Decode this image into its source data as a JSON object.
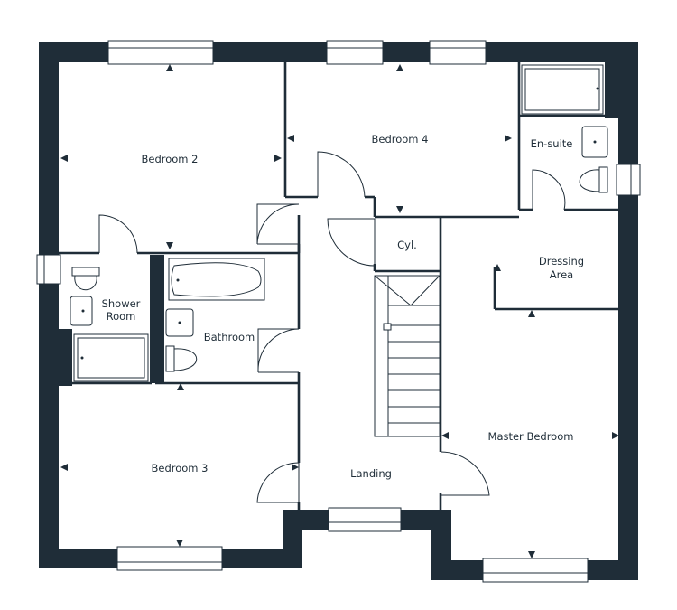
{
  "colors": {
    "wall": "#1f2d38",
    "background": "#ffffff"
  },
  "rooms": {
    "bedroom_2": "Bedroom 2",
    "bedroom_4": "Bedroom 4",
    "en_suite": "En-suite",
    "cylinder": "Cyl.",
    "dressing_area": [
      "Dressing",
      "Area"
    ],
    "shower_room": [
      "Shower",
      "Room"
    ],
    "bathroom": "Bathroom",
    "master_bedroom": "Master Bedroom",
    "bedroom_3": "Bedroom 3",
    "landing": "Landing"
  },
  "icons": [
    "dimension-arrow-icon",
    "door-swing-icon",
    "window-icon",
    "toilet-icon",
    "basin-icon",
    "bath-icon",
    "shower-tray-icon",
    "staircase-icon"
  ]
}
